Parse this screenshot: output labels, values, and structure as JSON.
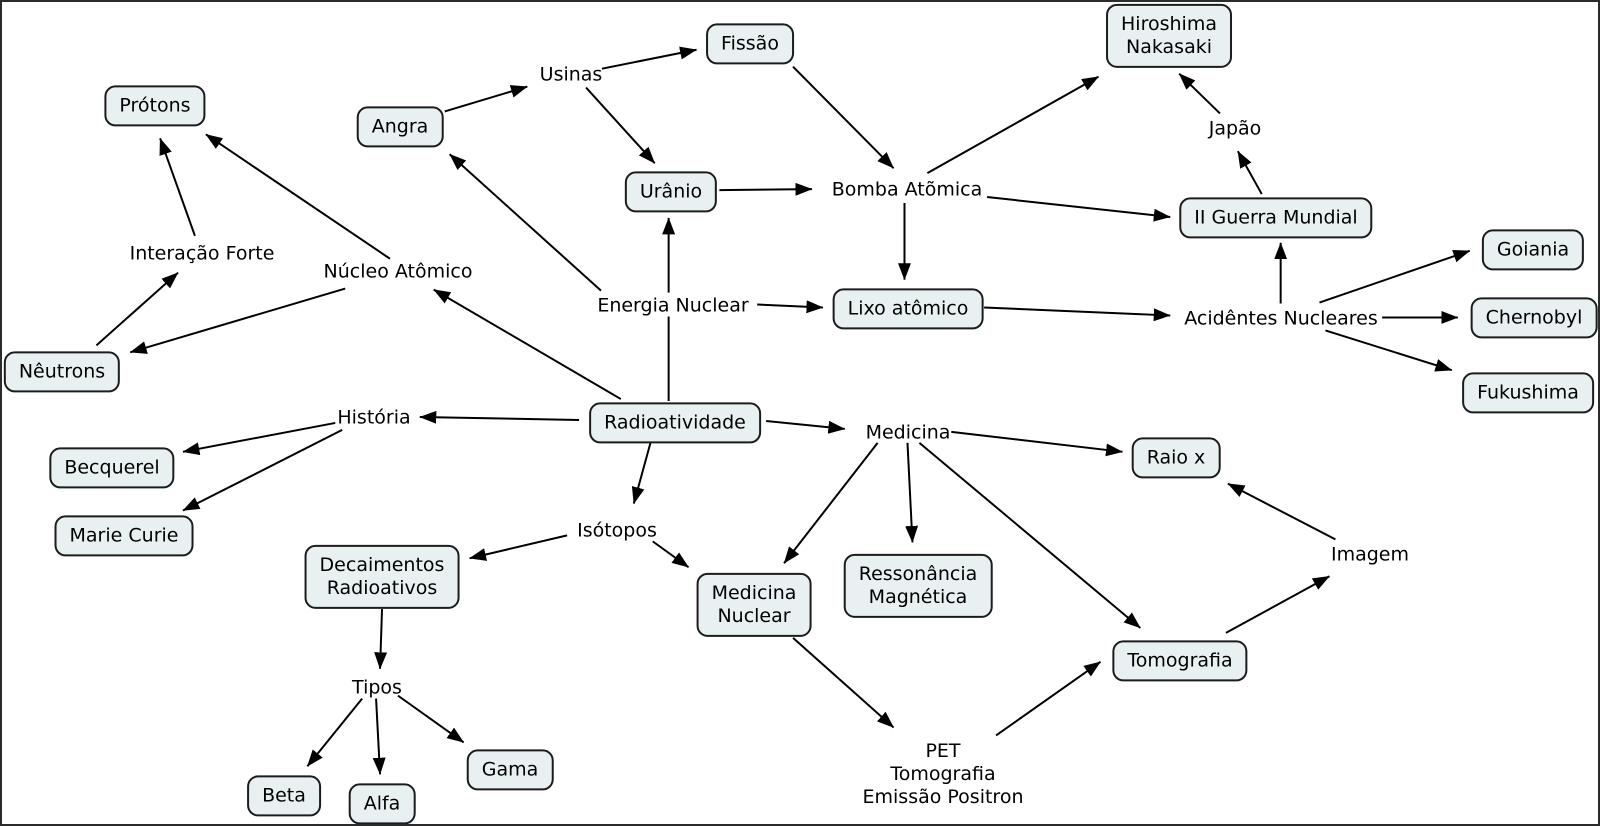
{
  "diagram": {
    "background_color": "#ffffff",
    "box_fill_color": "#e9f0f2",
    "box_border_color": "#1c1c1c",
    "line_color": "#000000",
    "text_color": "#000000"
  },
  "nodes": {
    "protons": {
      "label": "Prótons",
      "shape": "box"
    },
    "angra": {
      "label": "Angra",
      "shape": "box"
    },
    "usinas": {
      "label": "Usinas",
      "shape": "text"
    },
    "fissao": {
      "label": "Fissão",
      "shape": "box"
    },
    "uranio": {
      "label": "Urânio",
      "shape": "box"
    },
    "hiroshima_nakasaki": {
      "label": "Hiroshima\nNakasaki",
      "shape": "box"
    },
    "japao": {
      "label": "Japão",
      "shape": "text"
    },
    "ii_guerra_mundial": {
      "label": "II Guerra Mundial",
      "shape": "box"
    },
    "bomba_atomica": {
      "label": "Bomba Atõmica",
      "shape": "text"
    },
    "energia_nuclear": {
      "label": "Energia Nuclear",
      "shape": "text"
    },
    "lixo_atomico": {
      "label": "Lixo atômico",
      "shape": "box"
    },
    "acidentes_nucleares": {
      "label": "Acidêntes Nucleares",
      "shape": "text"
    },
    "goiania": {
      "label": "Goiania",
      "shape": "box"
    },
    "chernobyl": {
      "label": "Chernobyl",
      "shape": "box"
    },
    "fukushima": {
      "label": "Fukushima",
      "shape": "box"
    },
    "interacao_forte": {
      "label": "Interação Forte",
      "shape": "text"
    },
    "nucleo_atomico": {
      "label": "Núcleo Atômico",
      "shape": "text"
    },
    "neutrons": {
      "label": "Nêutrons",
      "shape": "box"
    },
    "radioatividade": {
      "label": "Radioatividade",
      "shape": "box"
    },
    "historia": {
      "label": "História",
      "shape": "text"
    },
    "becquerel": {
      "label": "Becquerel",
      "shape": "box"
    },
    "marie_curie": {
      "label": "Marie Curie",
      "shape": "box"
    },
    "isotopos": {
      "label": "Isótopos",
      "shape": "text"
    },
    "decaimentos_radioativos": {
      "label": "Decaimentos\nRadioativos",
      "shape": "box"
    },
    "medicina": {
      "label": "Medicina",
      "shape": "text"
    },
    "raio_x": {
      "label": "Raio x",
      "shape": "box"
    },
    "ressonancia_magnetica": {
      "label": "Ressonância\nMagnética",
      "shape": "box"
    },
    "medicina_nuclear": {
      "label": "Medicina\nNuclear",
      "shape": "box"
    },
    "tomografia": {
      "label": "Tomografia",
      "shape": "box"
    },
    "imagem": {
      "label": "Imagem",
      "shape": "text"
    },
    "tipos": {
      "label": "Tipos",
      "shape": "text"
    },
    "beta": {
      "label": "Beta",
      "shape": "box"
    },
    "alfa": {
      "label": "Alfa",
      "shape": "box"
    },
    "gama": {
      "label": "Gama",
      "shape": "box"
    },
    "pet": {
      "label": "PET\nTomografia\nEmissão Positron",
      "shape": "text"
    }
  },
  "edges": [
    {
      "from": "interacao_forte",
      "to": "protons",
      "arrow": true
    },
    {
      "from": "nucleo_atomico",
      "to": "protons",
      "arrow": true
    },
    {
      "from": "neutrons",
      "to": "interacao_forte",
      "arrow": true
    },
    {
      "from": "nucleo_atomico",
      "to": "neutrons",
      "arrow": true
    },
    {
      "from": "radioatividade",
      "to": "nucleo_atomico",
      "arrow": true
    },
    {
      "from": "energia_nuclear",
      "to": "angra",
      "arrow": true
    },
    {
      "from": "angra",
      "to": "usinas",
      "arrow": true
    },
    {
      "from": "usinas",
      "to": "fissao",
      "arrow": true
    },
    {
      "from": "usinas",
      "to": "uranio",
      "arrow": true
    },
    {
      "from": "energia_nuclear",
      "to": "uranio",
      "arrow": true
    },
    {
      "from": "radioatividade",
      "to": "energia_nuclear",
      "arrow": false
    },
    {
      "from": "energia_nuclear",
      "to": "lixo_atomico",
      "arrow": true
    },
    {
      "from": "uranio",
      "to": "bomba_atomica",
      "arrow": true
    },
    {
      "from": "fissao",
      "to": "bomba_atomica",
      "arrow": true
    },
    {
      "from": "bomba_atomica",
      "to": "hiroshima_nakasaki",
      "arrow": true
    },
    {
      "from": "japao",
      "to": "hiroshima_nakasaki",
      "arrow": true
    },
    {
      "from": "ii_guerra_mundial",
      "to": "japao",
      "arrow": true
    },
    {
      "from": "bomba_atomica",
      "to": "ii_guerra_mundial",
      "arrow": true
    },
    {
      "from": "bomba_atomica",
      "to": "lixo_atomico",
      "arrow": true
    },
    {
      "from": "lixo_atomico",
      "to": "acidentes_nucleares",
      "arrow": true
    },
    {
      "from": "acidentes_nucleares",
      "to": "ii_guerra_mundial",
      "arrow": true
    },
    {
      "from": "acidentes_nucleares",
      "to": "goiania",
      "arrow": true
    },
    {
      "from": "acidentes_nucleares",
      "to": "chernobyl",
      "arrow": true
    },
    {
      "from": "acidentes_nucleares",
      "to": "fukushima",
      "arrow": true
    },
    {
      "from": "radioatividade",
      "to": "historia",
      "arrow": true
    },
    {
      "from": "radioatividade",
      "to": "medicina",
      "arrow": true
    },
    {
      "from": "historia",
      "to": "becquerel",
      "arrow": true
    },
    {
      "from": "historia",
      "to": "marie_curie",
      "arrow": true
    },
    {
      "from": "radioatividade",
      "to": "isotopos",
      "arrow": true
    },
    {
      "from": "isotopos",
      "to": "decaimentos_radioativos",
      "arrow": true
    },
    {
      "from": "isotopos",
      "to": "medicina_nuclear",
      "arrow": true
    },
    {
      "from": "decaimentos_radioativos",
      "to": "tipos",
      "arrow": true
    },
    {
      "from": "tipos",
      "to": "beta",
      "arrow": true
    },
    {
      "from": "tipos",
      "to": "alfa",
      "arrow": true
    },
    {
      "from": "tipos",
      "to": "gama",
      "arrow": true
    },
    {
      "from": "medicina",
      "to": "medicina_nuclear",
      "arrow": true
    },
    {
      "from": "medicina",
      "to": "ressonancia_magnetica",
      "arrow": true
    },
    {
      "from": "medicina",
      "to": "raio_x",
      "arrow": true
    },
    {
      "from": "medicina",
      "to": "tomografia",
      "arrow": true
    },
    {
      "from": "medicina_nuclear",
      "to": "pet",
      "arrow": true
    },
    {
      "from": "pet",
      "to": "tomografia",
      "arrow": true
    },
    {
      "from": "tomografia",
      "to": "imagem",
      "arrow": true
    },
    {
      "from": "imagem",
      "to": "raio_x",
      "arrow": true
    }
  ]
}
